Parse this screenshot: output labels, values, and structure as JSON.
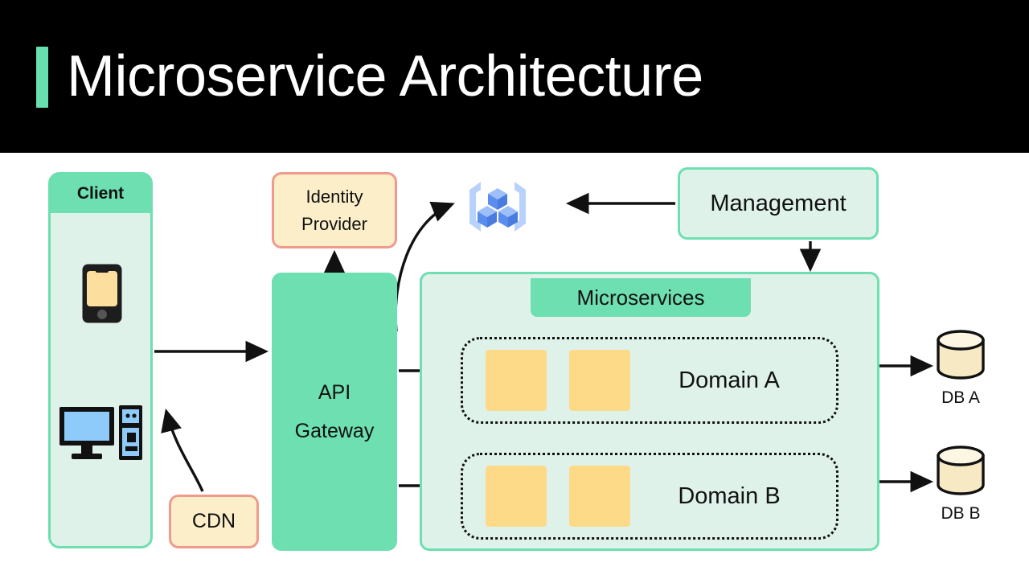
{
  "header": {
    "title": "Microservice Architecture",
    "accent_color": "#68dfae",
    "background": "#000000",
    "text_color": "#ffffff"
  },
  "colors": {
    "green_solid": "#6ddfb0",
    "green_tint": "#dff2ea",
    "cream": "#fceec8",
    "salmon_border": "#f09a8d",
    "service_square": "#fdda88",
    "db_fill": "#f7e9c4",
    "cube_blue": "#5b8def",
    "screen_blue": "#8ecbfa",
    "outline": "#111111"
  },
  "diagram": {
    "client": {
      "title": "Client",
      "icons": [
        "mobile-phone-icon",
        "desktop-computer-icon"
      ]
    },
    "identity_provider": {
      "line1": "Identity",
      "line2": "Provider"
    },
    "cdn": {
      "label": "CDN"
    },
    "api_gateway": {
      "line1": "API",
      "line2": "Gateway"
    },
    "management": {
      "label": "Management"
    },
    "cluster_icon": {
      "name": "container-cluster-icon"
    },
    "microservices": {
      "title": "Microservices",
      "domains": [
        {
          "name": "Domain A",
          "service_count": 2
        },
        {
          "name": "Domain B",
          "service_count": 2
        }
      ]
    },
    "databases": [
      {
        "label": "DB A"
      },
      {
        "label": "DB B"
      }
    ],
    "connections": [
      {
        "from": "Client",
        "to": "API Gateway",
        "style": "straight"
      },
      {
        "from": "CDN",
        "to": "Client",
        "style": "curved"
      },
      {
        "from": "API Gateway",
        "to": "Identity Provider",
        "style": "straight"
      },
      {
        "from": "API Gateway",
        "to": "container-cluster-icon",
        "style": "curved"
      },
      {
        "from": "Management",
        "to": "container-cluster-icon",
        "style": "straight"
      },
      {
        "from": "Management",
        "to": "Microservices",
        "style": "straight"
      },
      {
        "from": "API Gateway",
        "to": "Domain A",
        "style": "straight"
      },
      {
        "from": "API Gateway",
        "to": "Domain B",
        "style": "straight"
      },
      {
        "from": "Domain A",
        "to": "DB A",
        "style": "straight"
      },
      {
        "from": "Domain B",
        "to": "DB B",
        "style": "straight"
      }
    ]
  }
}
